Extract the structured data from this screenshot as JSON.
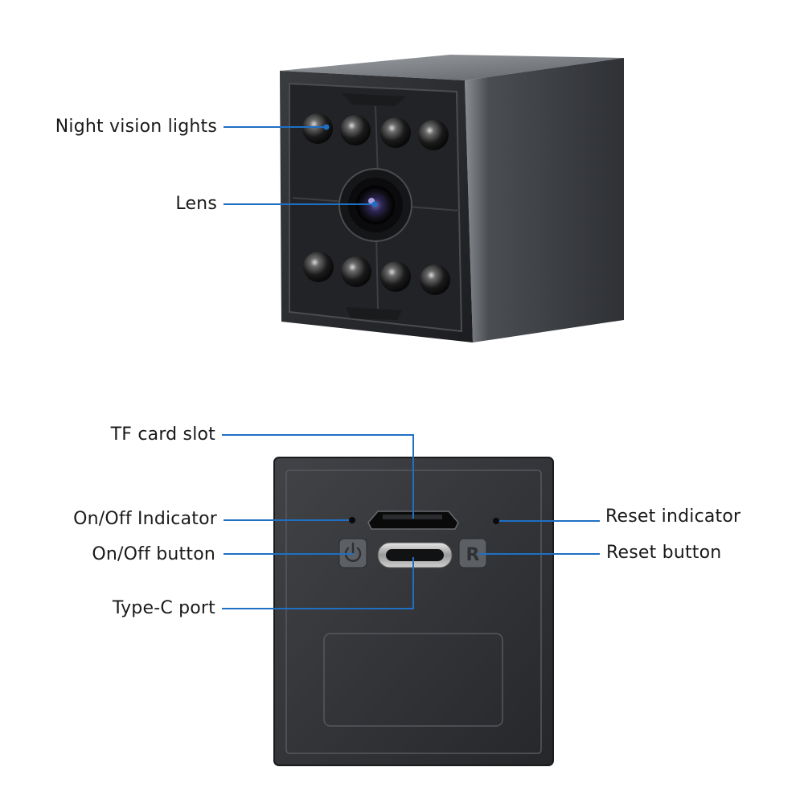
{
  "labels": {
    "night_vision_lights": "Night vision lights",
    "lens": "Lens",
    "tf_card_slot": "TF card slot",
    "on_off_indicator": "On/Off Indicator",
    "on_off_button": "On/Off button",
    "type_c_port": "Type-C port",
    "reset_indicator": "Reset indicator",
    "reset_button": "Reset button"
  },
  "icons": {
    "power": "power-icon",
    "reset": "R"
  },
  "colors": {
    "leader_line": "#1f6fc4",
    "body_dark": "#2b2d30",
    "body_side": "#5a5d62"
  }
}
